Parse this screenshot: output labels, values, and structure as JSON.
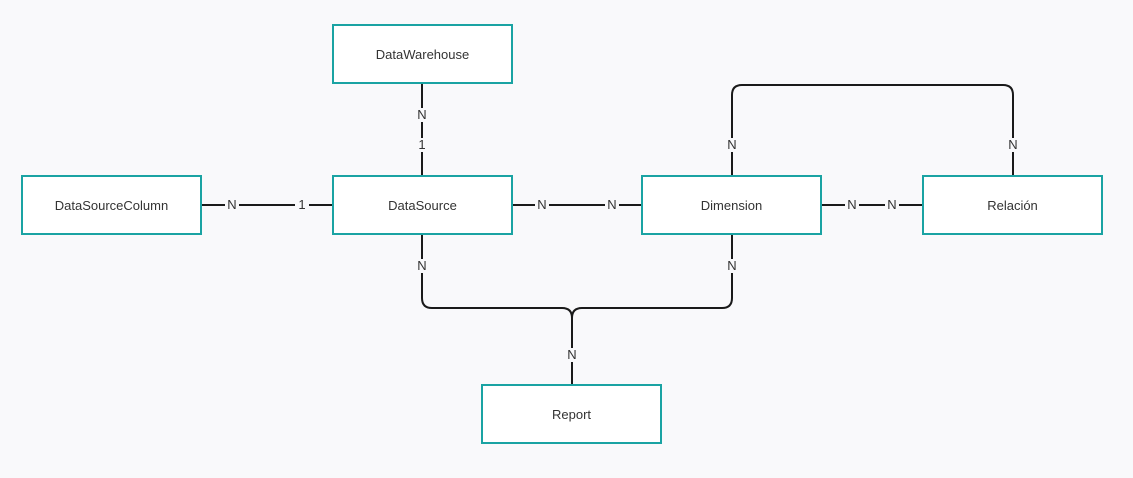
{
  "entities": {
    "data_warehouse": "DataWarehouse",
    "data_source_column": "DataSourceColumn",
    "data_source": "DataSource",
    "dimension": "Dimension",
    "relacion": "Relación",
    "report": "Report"
  },
  "cardinalities": {
    "warehouse_top": "N",
    "warehouse_bottom": "1",
    "column_left": "N",
    "column_right": "1",
    "source_dimension_left": "N",
    "source_dimension_right": "N",
    "dimension_relacion_left": "N",
    "dimension_relacion_right": "N",
    "dimension_top": "N",
    "relacion_top": "N",
    "source_bottom": "N",
    "dimension_bottom": "N",
    "report_top": "N"
  }
}
